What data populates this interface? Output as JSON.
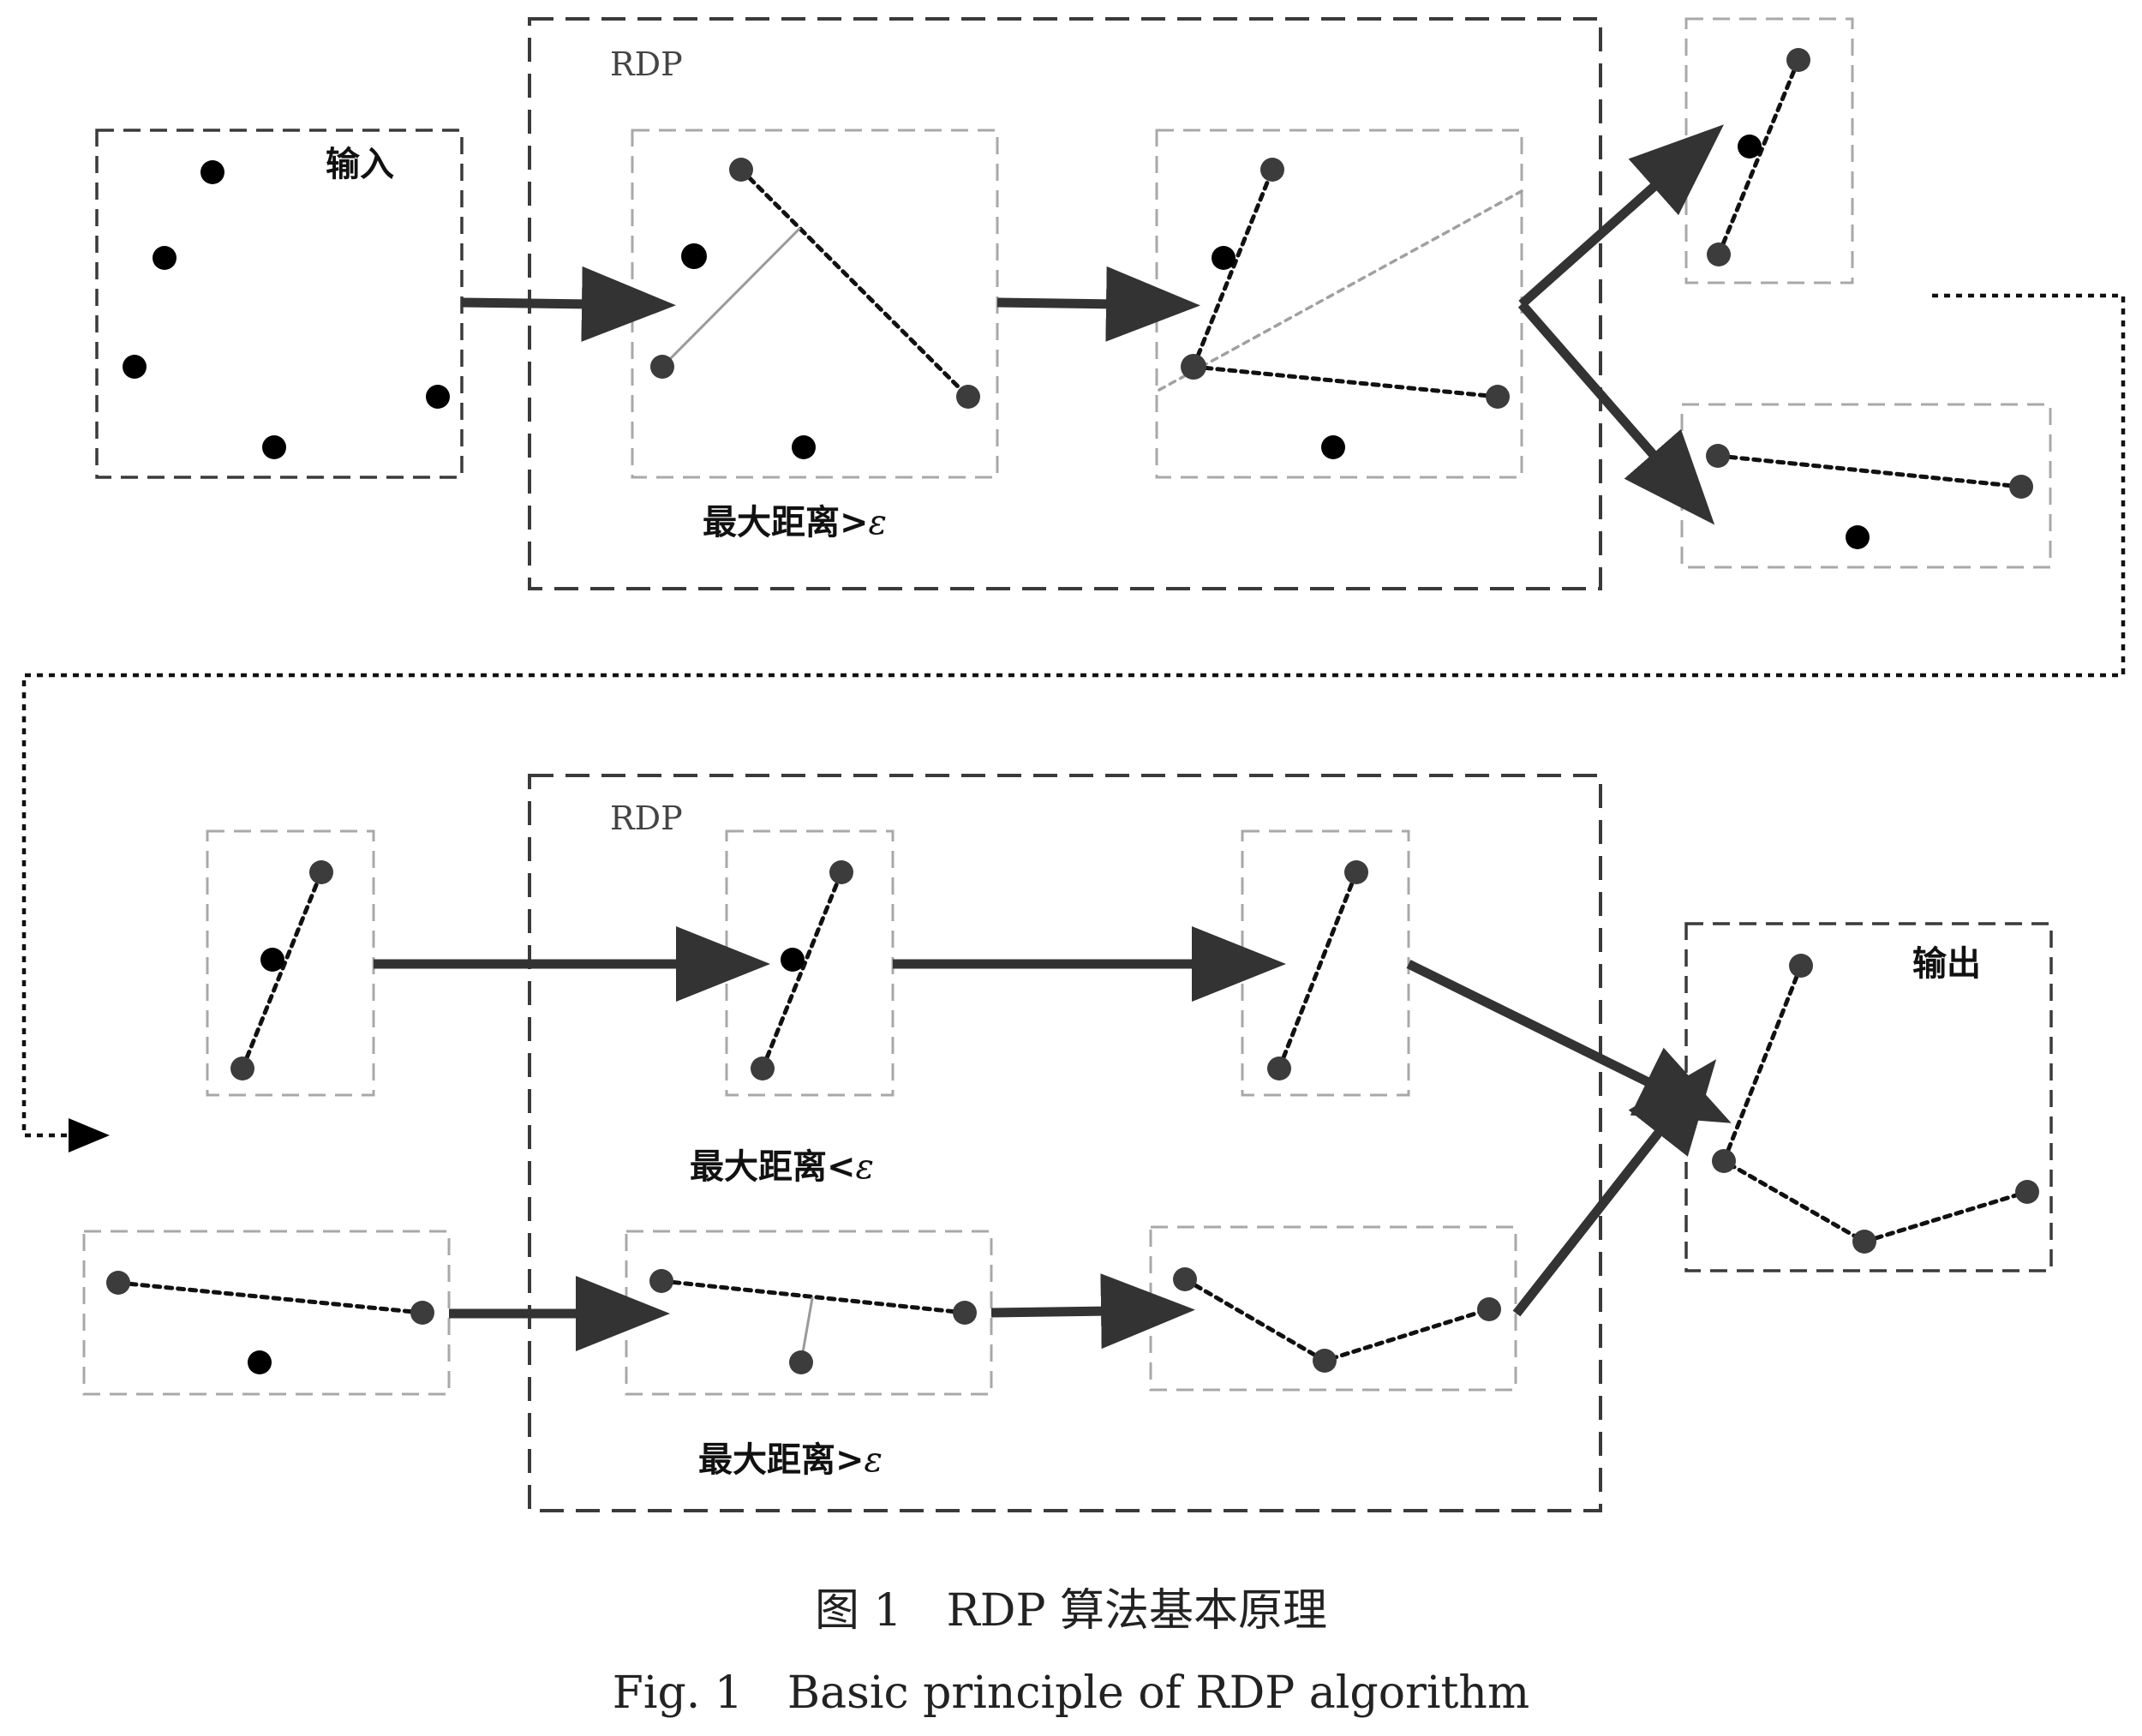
{
  "labels": {
    "input": "输入",
    "output": "输出",
    "rdp_top": "RDP",
    "rdp_bottom": "RDP",
    "cond_top_prefix": "最大距离>",
    "cond_mid_prefix": "最大距离<",
    "cond_bottom_prefix": "最大距离>",
    "epsilon": "ε"
  },
  "caption": {
    "chinese": "图 1　RDP 算法基本原理",
    "english": "Fig. 1　Basic principle of RDP algorithm"
  },
  "colors": {
    "frame_dark": "#3a3a3a",
    "frame_light": "#a8a8a8",
    "arrow": "#333333",
    "point_black": "#000000",
    "point_gray": "#3c3c3c",
    "perp_line": "#9a9a9a"
  }
}
